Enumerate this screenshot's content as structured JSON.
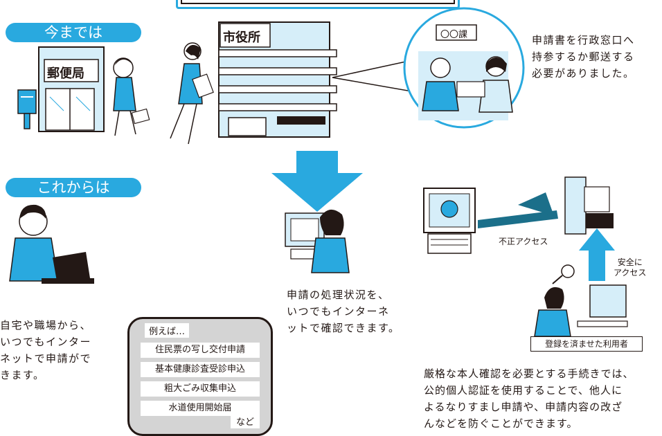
{
  "header": {
    "title": ""
  },
  "before": {
    "pill": "今までは",
    "post_office_sign": "郵便局",
    "city_hall_sign": "市役所",
    "counter_sign": "〇〇課",
    "description": "申請書を行政窓口へ\n持参するか郵送する\n必要がありました。"
  },
  "after": {
    "pill": "これからは",
    "home_text": "自宅や職場から、\nいつでもインター\nネットで申請がで\nきます。",
    "status_text": "申請の処理状況を、\nいつでもインターネ\nットで確認できます。",
    "examples": {
      "label": "例えば…",
      "items": [
        "住民票の写し交付申請",
        "基本健康診査受診申込",
        "粗大ごみ収集申込",
        "水道使用開始届"
      ],
      "etc": "など"
    }
  },
  "security": {
    "unauthorized_label": "不正アクセス",
    "safe_label": "安全に\nアクセス",
    "registered_user_label": "登録を済ませた利用者",
    "description": "厳格な本人確認を必要とする手続きでは、\n公的個人認証を使用することで、他人に\nよるなりすまし申請や、申請内容の改ざ\nんなどを防ぐことができます。"
  },
  "colors": {
    "accent": "#29a9df",
    "light_blue": "#d6eef9",
    "arrow_blue": "#1f9ad6",
    "ink": "#231815"
  }
}
